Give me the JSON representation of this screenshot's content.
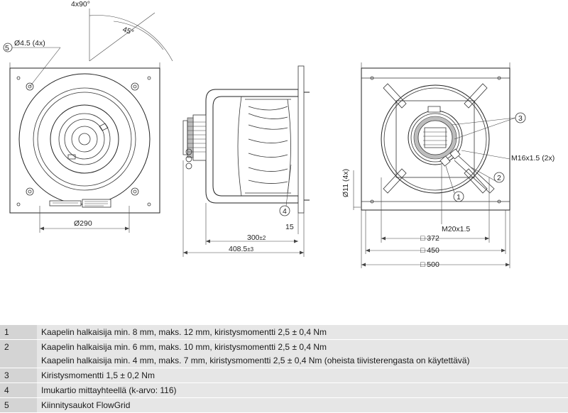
{
  "drawing": {
    "angle_total": "4x90°",
    "angle_45": "45°",
    "hole_callout": "Ø4.5 (4x)",
    "hole_callout_num": "5",
    "dia_290": "Ø290",
    "dim_300": "300",
    "dim_300_tol": "±2",
    "dim_408": "408.5",
    "dim_408_tol": "±3",
    "dim_15": "15",
    "callout_4": "4",
    "dia_11": "Ø11 (4x)",
    "callout_3": "3",
    "callout_2": "2",
    "callout_1": "1",
    "m16": "M16x1.5 (2x)",
    "m20": "M20x1.5",
    "dim_372": "□ 372",
    "dim_450": "□ 450",
    "dim_500": "□ 500"
  },
  "legend": [
    {
      "num": "1",
      "lines": [
        "Kaapelin halkaisija min. 8 mm, maks. 12 mm, kiristysmomentti 2,5 ± 0,4 Nm"
      ]
    },
    {
      "num": "2",
      "lines": [
        "Kaapelin halkaisija min. 6 mm, maks. 10 mm, kiristysmomentti 2,5 ± 0,4 Nm",
        "Kaapelin halkaisija min. 4 mm, maks. 7 mm, kiristysmomentti 2,5 ± 0,4 Nm (oheista tiivisterengasta on käytettävä)"
      ]
    },
    {
      "num": "3",
      "lines": [
        "Kiristysmomentti 1,5 ± 0,2 Nm"
      ]
    },
    {
      "num": "4",
      "lines": [
        "Imukartio mittayhteellä (k-arvo: 116)"
      ]
    },
    {
      "num": "5",
      "lines": [
        "Kiinnitysaukot FlowGrid"
      ]
    }
  ]
}
